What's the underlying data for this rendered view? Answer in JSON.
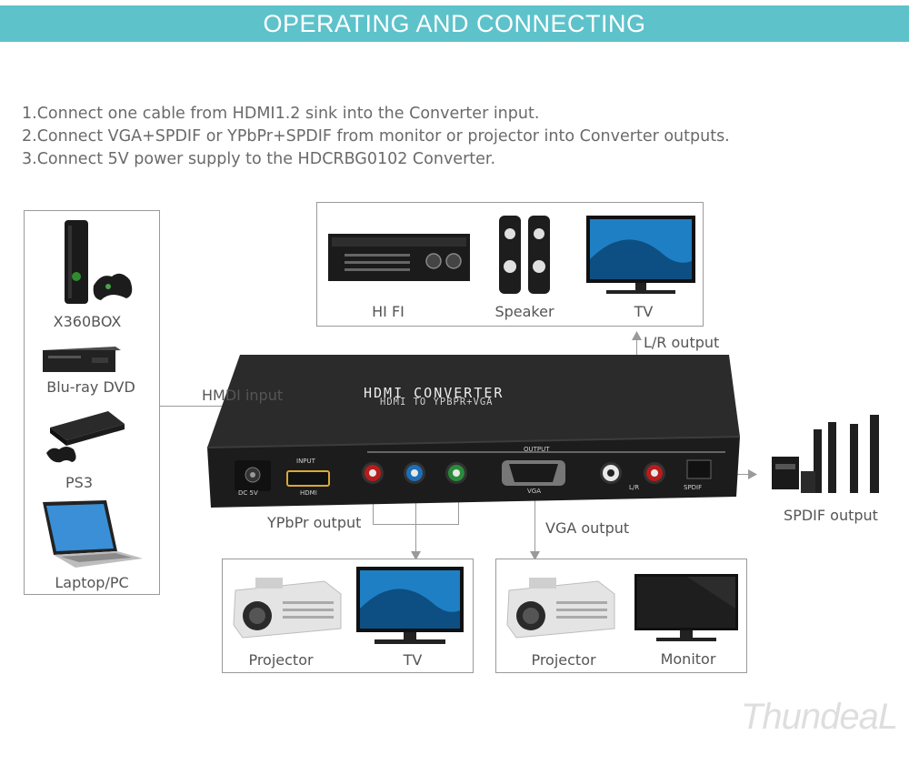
{
  "banner": {
    "title": "OPERATING AND CONNECTING"
  },
  "steps": [
    "1.Connect one cable from HDMI1.2 sink into the Converter input.",
    "2.Connect VGA+SPDIF or YPbPr+SPDIF from monitor or projector into Converter outputs.",
    "3.Connect 5V power supply to the HDCRBG0102 Converter."
  ],
  "sources": {
    "items": [
      "X360BOX",
      "Blu-ray DVD",
      "PS3",
      "Laptop/PC"
    ]
  },
  "audio": {
    "items": [
      "HI FI",
      "Speaker",
      "TV"
    ]
  },
  "device": {
    "title": "HDMI CONVERTER",
    "subtitle": "HDMI TO YPBPR+VGA",
    "port_input": "INPUT",
    "port_hdmi": "HDMI",
    "port_dc": "DC 5V",
    "port_output": "OUTPUT",
    "port_vga": "VGA",
    "port_lr": "L/R",
    "port_spdif": "SPDIF"
  },
  "connections": {
    "hdmi_input": "HMDI input",
    "lr_output": "L/R output",
    "ypbpr_output": "YPbPr output",
    "vga_output": "VGA output",
    "spdif_output": "SPDIF output"
  },
  "ypbpr_targets": {
    "items": [
      "Projector",
      "TV"
    ]
  },
  "vga_targets": {
    "items": [
      "Projector",
      "Monitor"
    ]
  },
  "brand": {
    "watermark": "ThundeaL"
  },
  "colors": {
    "banner": "#5ec2cb",
    "device": "#2b2b2b",
    "line": "#9a9a9a",
    "port_red": "#b81c1c",
    "port_blue": "#1c6fb8",
    "port_green": "#2a8c3a"
  }
}
